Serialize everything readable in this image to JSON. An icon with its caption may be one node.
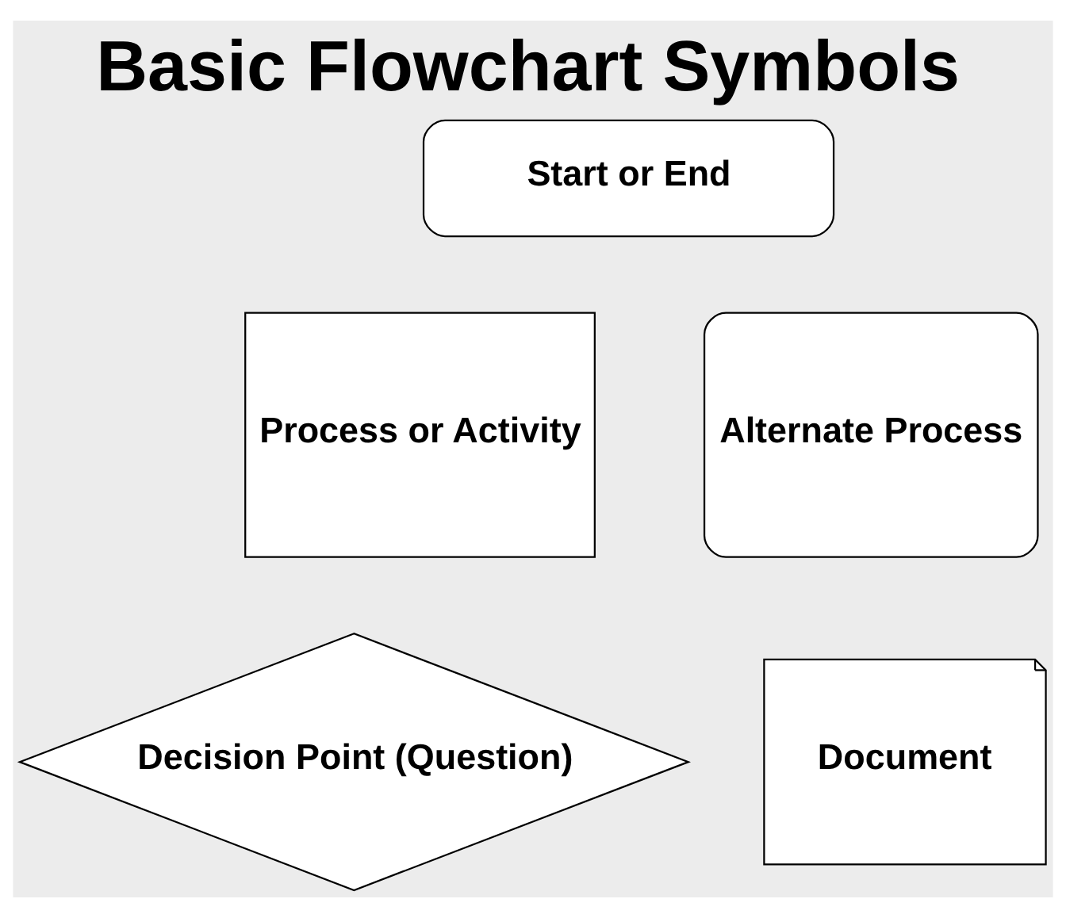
{
  "diagram": {
    "title": "Basic Flowchart Symbols",
    "nodes": [
      {
        "text": [
          "Start or End"
        ]
      },
      {
        "text": [
          "Process or Activity"
        ]
      },
      {
        "text": [
          "Alternate Process"
        ]
      },
      {
        "text": [
          "Decision Point (Question)"
        ]
      },
      {
        "text": [
          "Document"
        ]
      }
    ],
    "edges": []
  }
}
